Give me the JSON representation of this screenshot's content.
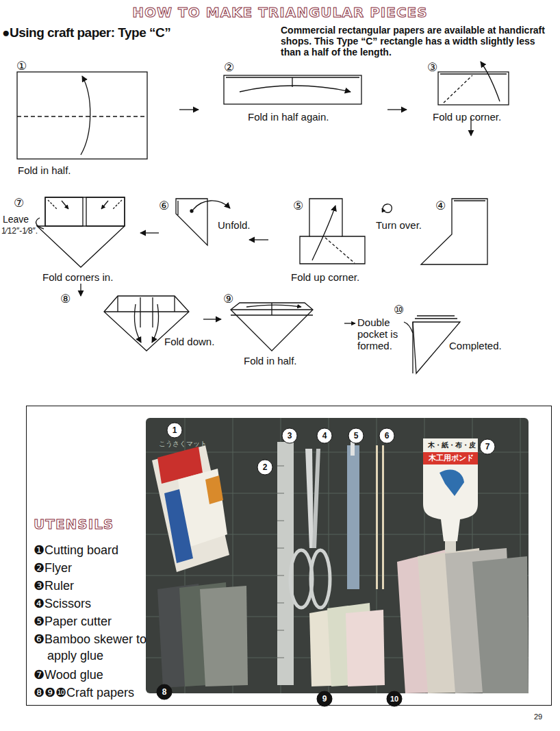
{
  "diagram": {
    "title": "HOW TO MAKE TRIANGULAR PIECES",
    "nodes": [
      {
        "text": [
          "UTENSILS",
          "❶Cutting board",
          "❷Flyer",
          "❸Ruler",
          "❹Scissors",
          "❺Paper cutter",
          "❻Bamboo skewer to apply glue",
          "❼Wood glue",
          "❽❾❿Craft papers"
        ]
      }
    ],
    "labels": [
      "●Using craft paper: Type “C”",
      "Commercial rectangular papers are available at handicraft shops. This Type “C” rectangle has a width slightly less than a half of the length.",
      "①",
      "Fold in half.",
      "②",
      "Fold in half again.",
      "③",
      "Fold up corner.",
      "④",
      "Turn over.",
      "⑤",
      "Fold up corner.",
      "⑥",
      "Unfold.",
      "⑦",
      "Leave",
      "1⁄12″-1⁄8″.",
      "Fold corners in.",
      "⑧",
      "Fold down.",
      "⑨",
      "Fold in half.",
      "⑩",
      "Double pocket is formed.",
      "Completed.",
      "こうさくマット",
      "木・紙・布・皮",
      "木工用ボンド",
      "1",
      "2",
      "3",
      "4",
      "5",
      "6",
      "7",
      "8",
      "9",
      "10",
      "29"
    ]
  }
}
